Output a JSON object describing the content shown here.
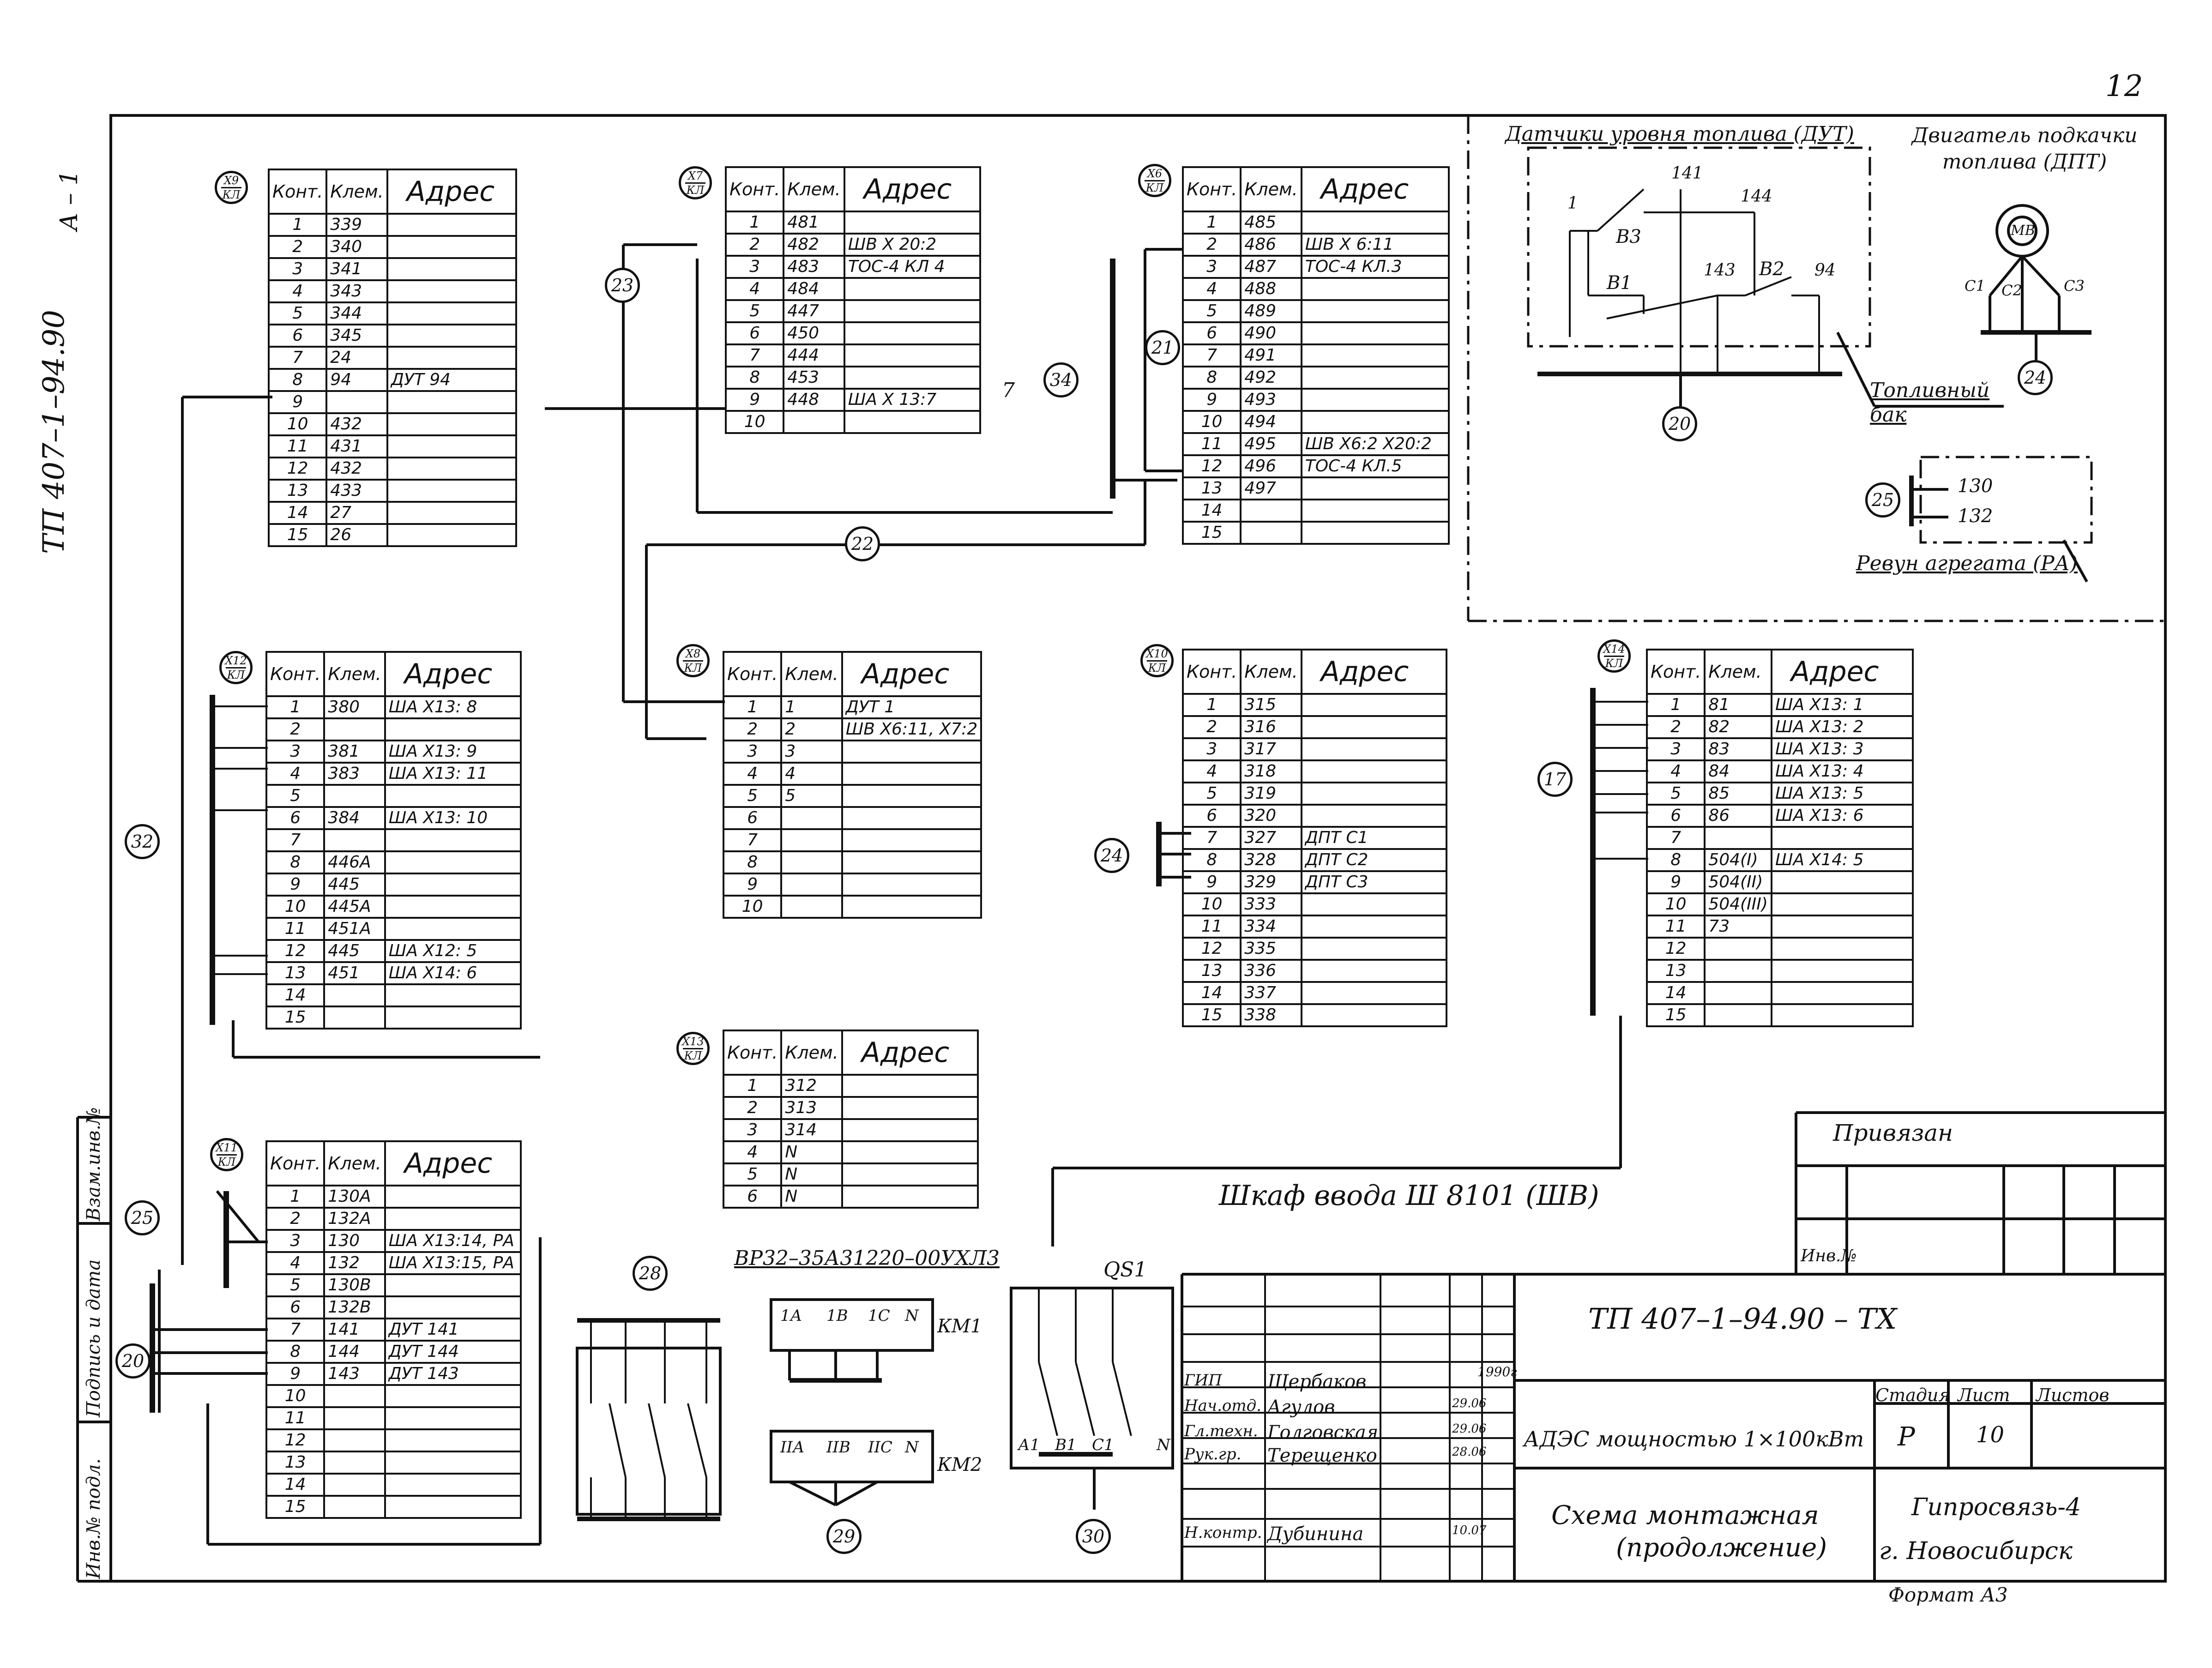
{
  "drawing_code_vertical": "ТП 407–1–94.90",
  "sheet_corner": "А – 1",
  "page_corner": "12",
  "col_headers": {
    "kont": "Конт.",
    "klem": "Клем.",
    "adres": "Адрес"
  },
  "connectors": {
    "x9": {
      "top": "Х9",
      "bottom": "КЛ"
    },
    "x7": {
      "top": "Х7",
      "bottom": "КЛ"
    },
    "x6": {
      "top": "Х6",
      "bottom": "КЛ"
    },
    "x12": {
      "top": "Х12",
      "bottom": "КЛ"
    },
    "x8": {
      "top": "Х8",
      "bottom": "КЛ"
    },
    "x10": {
      "top": "Х10",
      "bottom": "КЛ"
    },
    "x14": {
      "top": "Х14",
      "bottom": "КЛ"
    },
    "x13": {
      "top": "Х13",
      "bottom": "КЛ"
    },
    "x11": {
      "top": "Х11",
      "bottom": "КЛ"
    }
  },
  "tables": {
    "x9": [
      [
        "1",
        "339",
        ""
      ],
      [
        "2",
        "340",
        ""
      ],
      [
        "3",
        "341",
        ""
      ],
      [
        "4",
        "343",
        ""
      ],
      [
        "5",
        "344",
        ""
      ],
      [
        "6",
        "345",
        ""
      ],
      [
        "7",
        "24",
        ""
      ],
      [
        "8",
        "94",
        "ДУТ 94"
      ],
      [
        "9",
        "",
        ""
      ],
      [
        "10",
        "432",
        ""
      ],
      [
        "11",
        "431",
        ""
      ],
      [
        "12",
        "432",
        ""
      ],
      [
        "13",
        "433",
        ""
      ],
      [
        "14",
        "27",
        ""
      ],
      [
        "15",
        "26",
        ""
      ]
    ],
    "x7": [
      [
        "1",
        "481",
        ""
      ],
      [
        "2",
        "482",
        "ШВ  Х 20:2"
      ],
      [
        "3",
        "483",
        "ТОС-4  КЛ 4"
      ],
      [
        "4",
        "484",
        ""
      ],
      [
        "5",
        "447",
        ""
      ],
      [
        "6",
        "450",
        ""
      ],
      [
        "7",
        "444",
        ""
      ],
      [
        "8",
        "453",
        ""
      ],
      [
        "9",
        "448",
        "ША  Х 13:7"
      ],
      [
        "10",
        "",
        ""
      ]
    ],
    "x6": [
      [
        "1",
        "485",
        ""
      ],
      [
        "2",
        "486",
        "ШВ  Х 6:11"
      ],
      [
        "3",
        "487",
        "ТОС-4  КЛ.3"
      ],
      [
        "4",
        "488",
        ""
      ],
      [
        "5",
        "489",
        ""
      ],
      [
        "6",
        "490",
        ""
      ],
      [
        "7",
        "491",
        ""
      ],
      [
        "8",
        "492",
        ""
      ],
      [
        "9",
        "493",
        ""
      ],
      [
        "10",
        "494",
        ""
      ],
      [
        "11",
        "495",
        "ШВ Х6:2 Х20:2"
      ],
      [
        "12",
        "496",
        "ТОС-4  КЛ.5"
      ],
      [
        "13",
        "497",
        ""
      ],
      [
        "14",
        "",
        ""
      ],
      [
        "15",
        "",
        ""
      ]
    ],
    "x12": [
      [
        "1",
        "380",
        "ША  Х13: 8"
      ],
      [
        "2",
        "",
        ""
      ],
      [
        "3",
        "381",
        "ША  Х13: 9"
      ],
      [
        "4",
        "383",
        "ША  Х13: 11"
      ],
      [
        "5",
        "",
        ""
      ],
      [
        "6",
        "384",
        "ША  Х13: 10"
      ],
      [
        "7",
        "",
        ""
      ],
      [
        "8",
        "446А",
        ""
      ],
      [
        "9",
        "445",
        ""
      ],
      [
        "10",
        "445А",
        ""
      ],
      [
        "11",
        "451А",
        ""
      ],
      [
        "12",
        "445",
        "ША  Х12: 5"
      ],
      [
        "13",
        "451",
        "ША  Х14: 6"
      ],
      [
        "14",
        "",
        ""
      ],
      [
        "15",
        "",
        ""
      ]
    ],
    "x8": [
      [
        "1",
        "1",
        "ДУТ 1"
      ],
      [
        "2",
        "2",
        "ШВ Х6:11, Х7:2"
      ],
      [
        "3",
        "3",
        ""
      ],
      [
        "4",
        "4",
        ""
      ],
      [
        "5",
        "5",
        ""
      ],
      [
        "6",
        "",
        ""
      ],
      [
        "7",
        "",
        ""
      ],
      [
        "8",
        "",
        ""
      ],
      [
        "9",
        "",
        ""
      ],
      [
        "10",
        "",
        ""
      ]
    ],
    "x10": [
      [
        "1",
        "315",
        ""
      ],
      [
        "2",
        "316",
        ""
      ],
      [
        "3",
        "317",
        ""
      ],
      [
        "4",
        "318",
        ""
      ],
      [
        "5",
        "319",
        ""
      ],
      [
        "6",
        "320",
        ""
      ],
      [
        "7",
        "327",
        "ДПТ  С1"
      ],
      [
        "8",
        "328",
        "ДПТ  С2"
      ],
      [
        "9",
        "329",
        "ДПТ  С3"
      ],
      [
        "10",
        "333",
        ""
      ],
      [
        "11",
        "334",
        ""
      ],
      [
        "12",
        "335",
        ""
      ],
      [
        "13",
        "336",
        ""
      ],
      [
        "14",
        "337",
        ""
      ],
      [
        "15",
        "338",
        ""
      ]
    ],
    "x14": [
      [
        "1",
        "81",
        "ША  Х13: 1"
      ],
      [
        "2",
        "82",
        "ША  Х13: 2"
      ],
      [
        "3",
        "83",
        "ША  Х13: 3"
      ],
      [
        "4",
        "84",
        "ША  Х13: 4"
      ],
      [
        "5",
        "85",
        "ША  Х13: 5"
      ],
      [
        "6",
        "86",
        "ША  Х13: 6"
      ],
      [
        "7",
        "",
        ""
      ],
      [
        "8",
        "504(I)",
        "ША  Х14: 5"
      ],
      [
        "9",
        "504(II)",
        ""
      ],
      [
        "10",
        "504(III)",
        ""
      ],
      [
        "11",
        "73",
        ""
      ],
      [
        "12",
        "",
        ""
      ],
      [
        "13",
        "",
        ""
      ],
      [
        "14",
        "",
        ""
      ],
      [
        "15",
        "",
        ""
      ]
    ],
    "x13": [
      [
        "1",
        "312",
        ""
      ],
      [
        "2",
        "313",
        ""
      ],
      [
        "3",
        "314",
        ""
      ],
      [
        "4",
        "N",
        ""
      ],
      [
        "5",
        "N",
        ""
      ],
      [
        "6",
        "N",
        ""
      ]
    ],
    "x11": [
      [
        "1",
        "130А",
        ""
      ],
      [
        "2",
        "132А",
        ""
      ],
      [
        "3",
        "130",
        "ША  Х13:14, РА"
      ],
      [
        "4",
        "132",
        "ША  Х13:15, РА"
      ],
      [
        "5",
        "130В",
        ""
      ],
      [
        "6",
        "132В",
        ""
      ],
      [
        "7",
        "141",
        "ДУТ  141"
      ],
      [
        "8",
        "144",
        "ДУТ  144"
      ],
      [
        "9",
        "143",
        "ДУТ  143"
      ],
      [
        "10",
        "",
        ""
      ],
      [
        "11",
        "",
        ""
      ],
      [
        "12",
        "",
        ""
      ],
      [
        "13",
        "",
        ""
      ],
      [
        "14",
        "",
        ""
      ],
      [
        "15",
        "",
        ""
      ]
    ]
  },
  "cable_numbers": {
    "c23": "23",
    "c21": "21",
    "c34": "34",
    "c22": "22",
    "c32": "32",
    "c24": "24",
    "c17": "17",
    "c25l": "25",
    "c20l": "20",
    "c28": "28",
    "c29": "29",
    "c30": "30",
    "c20r": "20",
    "c24r": "24",
    "c25r": "25"
  },
  "panel": {
    "dut_title": "Датчики уровня топлива (ДУТ)",
    "dpt_title": "Двигатель подкачки топлива (ДПТ)",
    "motor": "МВ",
    "fuel_tank": "Топливный бак",
    "siren": "Ревун агрегата (РА)",
    "t141": "141",
    "t144": "144",
    "t143": "143",
    "t94": "94",
    "t1": "1",
    "b3": "В3",
    "b1": "В1",
    "b2": "В2",
    "c1": "С1",
    "c2": "С2",
    "c3": "С3",
    "r130": "130",
    "r132": "132"
  },
  "switchboard_title": "Шкаф ввода Ш 8101 (ШВ)",
  "breaker_model": "ВР32–35А31220–00УХЛ3",
  "qs": "QS1",
  "km1": {
    "label": "КМ1",
    "t": [
      "1А",
      "1В",
      "1С",
      "N"
    ]
  },
  "km2": {
    "label": "КМ2",
    "t": [
      "IIА",
      "IIВ",
      "IIС",
      "N"
    ]
  },
  "qs_terms": [
    "А1",
    "В1",
    "С1",
    "N"
  ],
  "misc_marks": {
    "seven": "7"
  },
  "tb": {
    "privyazan": "Привязан",
    "inv": "Инв.№",
    "doc": "ТП 407–1–94.90 – ТХ",
    "title": "АДЭС мощностью 1×100кВт",
    "sub1": "Схема монтажная",
    "sub2": "(продолжение)",
    "stage_h": "Стадия",
    "sheet_h": "Лист",
    "sheets_h": "Листов",
    "stage": "Р",
    "sheet": "10",
    "org1": "Гипросвязь-4",
    "org2": "г. Новосибирск",
    "format": "Формат А3",
    "year": "1990г",
    "roles": [
      {
        "role": "ГИП",
        "name": "Щербаков",
        "date": ""
      },
      {
        "role": "Нач.отд.",
        "name": "Агулов",
        "date": "29.06"
      },
      {
        "role": "Гл.техн.",
        "name": "Голговская",
        "date": "29.06"
      },
      {
        "role": "Рук.гр.",
        "name": "Терещенко",
        "date": "28.06"
      },
      {
        "role": "Н.контр.",
        "name": "Дубинина",
        "date": "10.07"
      }
    ]
  },
  "left_strip": [
    "Взам.инв.№",
    "Подпись и дата",
    "Инв.№ подл."
  ]
}
